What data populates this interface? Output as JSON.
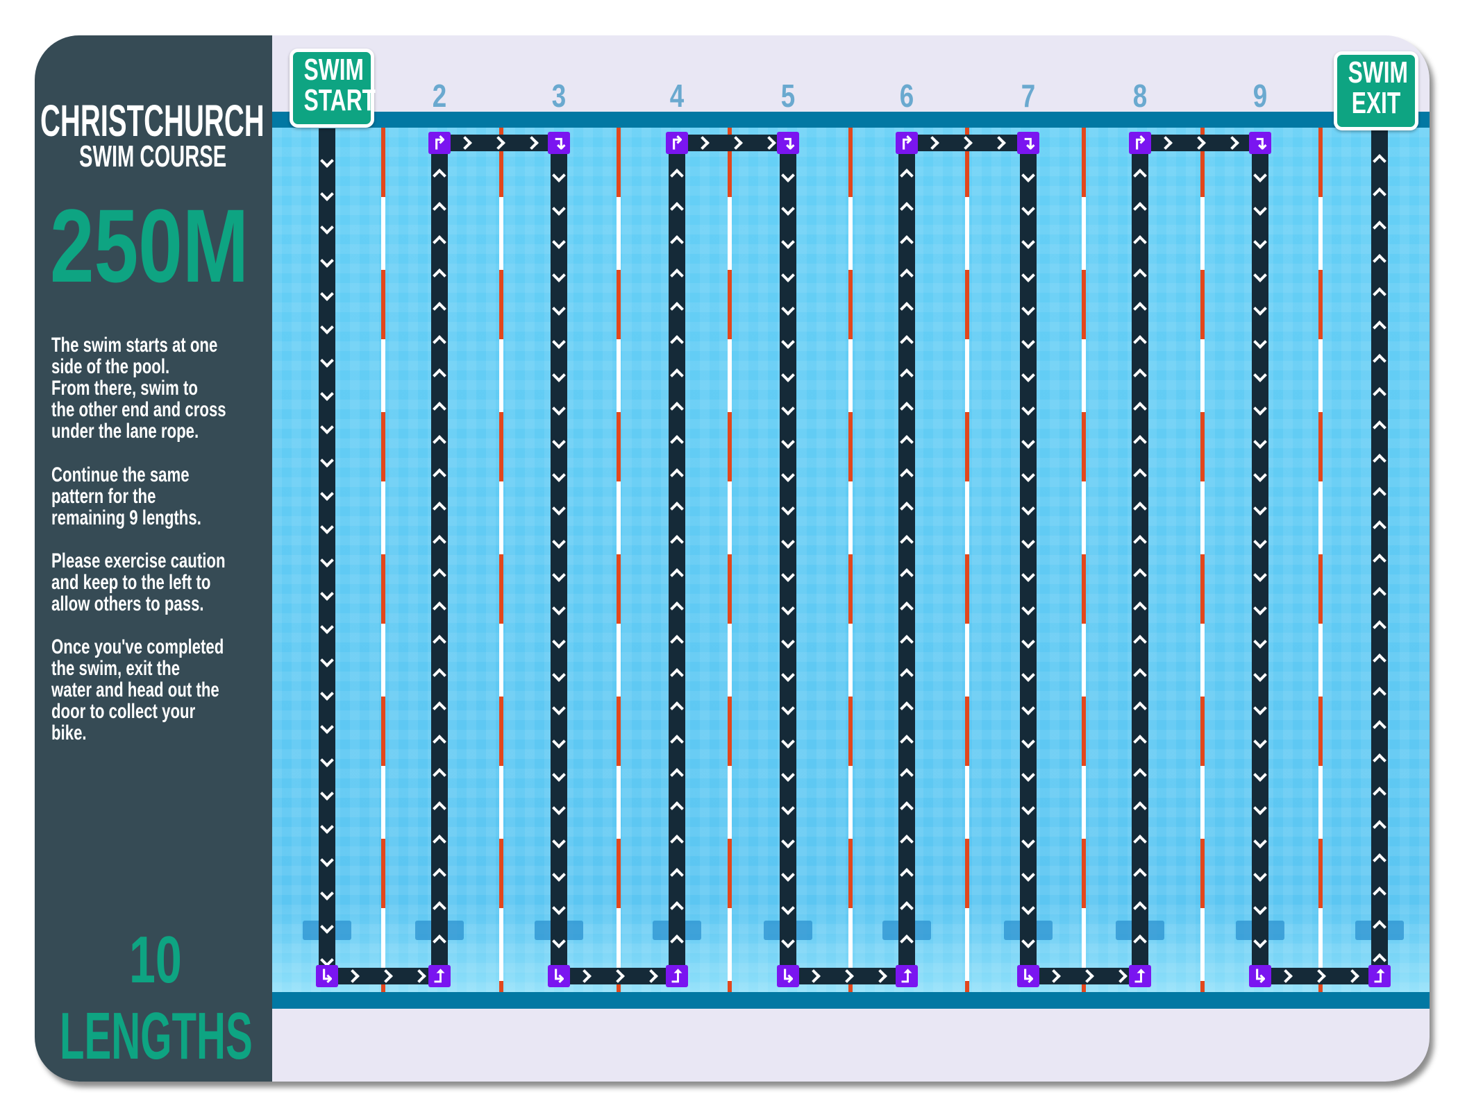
{
  "sidebar": {
    "title": "CHRISTCHURCH",
    "subtitle": "SWIM COURSE",
    "distance": "250M",
    "paragraphs": [
      [
        "The swim starts at one",
        "side of the pool.",
        "From there, swim to",
        "the other end and cross",
        "under the lane rope."
      ],
      [
        "Continue the same",
        "pattern for the",
        "remaining 9 lengths."
      ],
      [
        "Please exercise caution",
        "and keep to the left to",
        "allow others to pass."
      ],
      [
        "Once you've completed",
        "the swim, exit the",
        "water and head out the",
        "door to collect your",
        "bike."
      ]
    ],
    "lengths_number": "10",
    "lengths_label": "LENGTHS"
  },
  "pool": {
    "start_sign": [
      "SWIM",
      "START"
    ],
    "exit_sign": [
      "SWIM",
      "EXIT"
    ],
    "lane_numbers": [
      "2",
      "3",
      "4",
      "5",
      "6",
      "7",
      "8",
      "9"
    ],
    "lane_count": 10
  },
  "colors": {
    "accent": "#0ea482",
    "path": "#152a38",
    "turn": "#7a15f0",
    "rope_red": "#e2471c",
    "water": "#5cc6f2"
  }
}
